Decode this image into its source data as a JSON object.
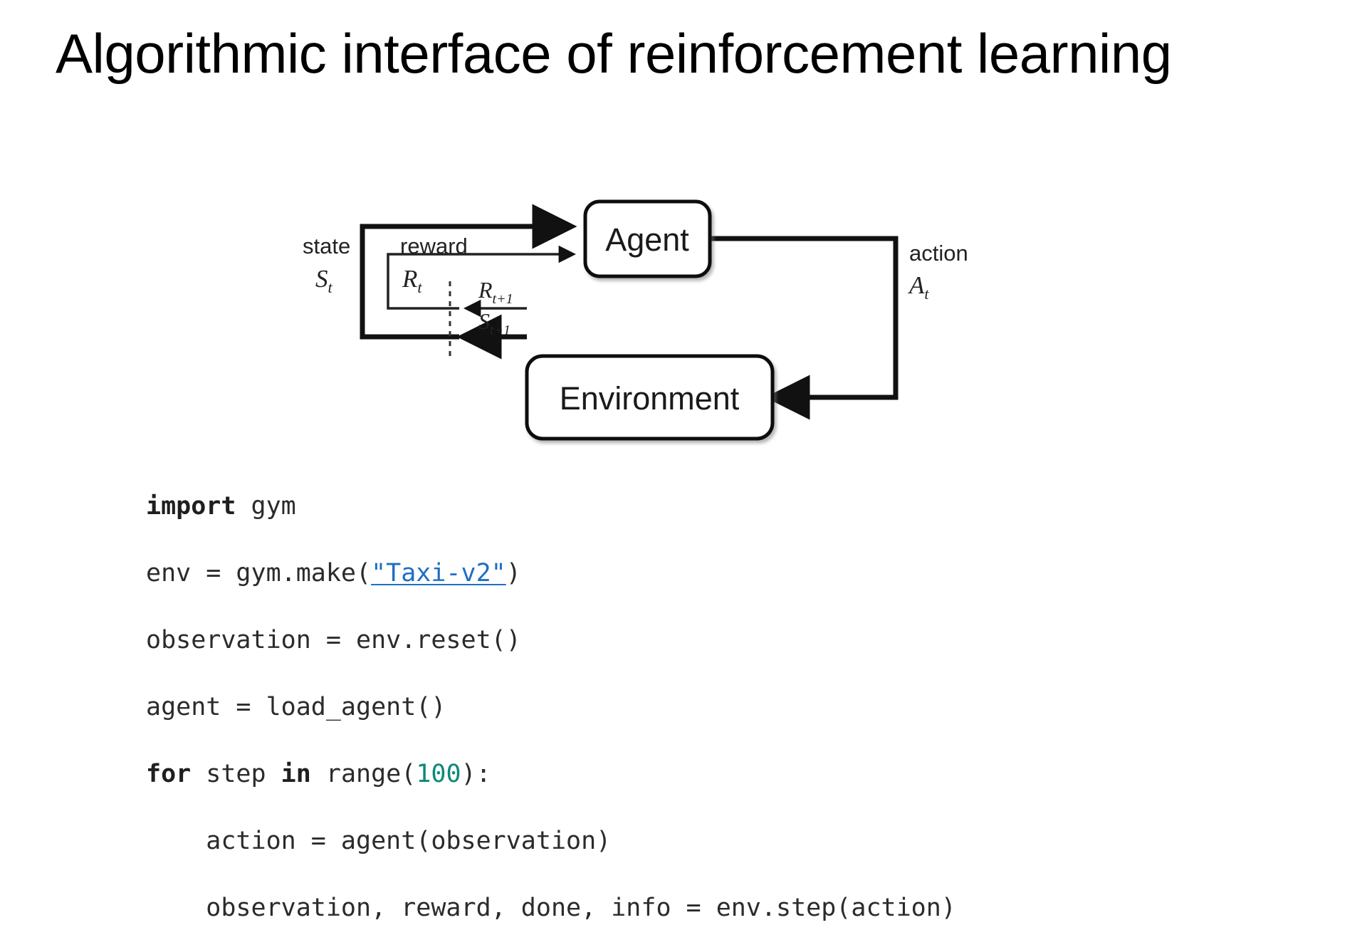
{
  "slide": {
    "title": "Algorithmic interface of reinforcement learning",
    "background_color": "#ffffff",
    "text_color": "#000000"
  },
  "diagram": {
    "type": "agent-environment-loop",
    "nodes": [
      {
        "id": "agent",
        "label": "Agent"
      },
      {
        "id": "environment",
        "label": "Environment"
      }
    ],
    "edge_labels": [
      {
        "id": "state",
        "word": "state",
        "symbol": "S",
        "subscript": "t"
      },
      {
        "id": "reward",
        "word": "reward",
        "symbol": "R",
        "subscript": "t"
      },
      {
        "id": "action",
        "word": "action",
        "symbol": "A",
        "subscript": "t"
      },
      {
        "id": "next-reward",
        "symbol": "R",
        "subscript": "t+1"
      },
      {
        "id": "next-state",
        "symbol": "S",
        "subscript": "t+1"
      }
    ],
    "line_color": "#1a1a1a",
    "box_fill": "#ffffff"
  },
  "code": {
    "language": "python",
    "link_color": "#1f6fc4",
    "number_color": "#0b8a76",
    "text_color": "#2b2b2b",
    "lines": [
      {
        "tokens": [
          {
            "t": "import",
            "k": "kw"
          },
          {
            "t": " gym",
            "k": "plain"
          }
        ]
      },
      {
        "tokens": [
          {
            "t": "env = gym.make(",
            "k": "plain"
          },
          {
            "t": "\"Taxi-v2\"",
            "k": "lnk"
          },
          {
            "t": ")",
            "k": "plain"
          }
        ]
      },
      {
        "tokens": [
          {
            "t": "observation = env.reset()",
            "k": "plain"
          }
        ]
      },
      {
        "tokens": [
          {
            "t": "agent = load_agent()",
            "k": "plain"
          }
        ]
      },
      {
        "tokens": [
          {
            "t": "for",
            "k": "kw"
          },
          {
            "t": " step ",
            "k": "plain"
          },
          {
            "t": "in",
            "k": "kw"
          },
          {
            "t": " range(",
            "k": "plain"
          },
          {
            "t": "100",
            "k": "num"
          },
          {
            "t": "):",
            "k": "plain"
          }
        ]
      },
      {
        "tokens": [
          {
            "t": "    action = agent(observation)",
            "k": "plain"
          }
        ]
      },
      {
        "tokens": [
          {
            "t": "    observation, reward, done, info = env.step(action)",
            "k": "plain"
          }
        ]
      }
    ]
  }
}
